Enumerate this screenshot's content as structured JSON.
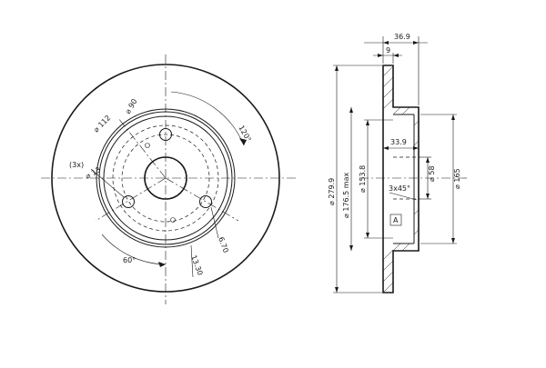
{
  "front_view": {
    "labels": {
      "dia_90": "⌀ 90",
      "dia_112": "⌀ 112",
      "angle_120": "120°",
      "holes_3x": "(3x)",
      "dia_13": "⌀ 13",
      "dim_6_70": "6.70",
      "dim_13_30": "13.30",
      "angle_60": "60°"
    }
  },
  "side_view": {
    "labels": {
      "width_36_9": "36.9",
      "thick_9": "9",
      "dia_279_9": "⌀ 279.9",
      "dia_176_5": "⌀ 176.5 max",
      "dia_153_8": "⌀ 153.8",
      "depth_33_9": "33.9",
      "dia_58": "⌀ 58",
      "dia_165": "⌀ 165",
      "chamfer": "3x45°",
      "marker_a": "A"
    }
  },
  "colors": {
    "line": "#1a1a1a",
    "background": "#ffffff"
  }
}
